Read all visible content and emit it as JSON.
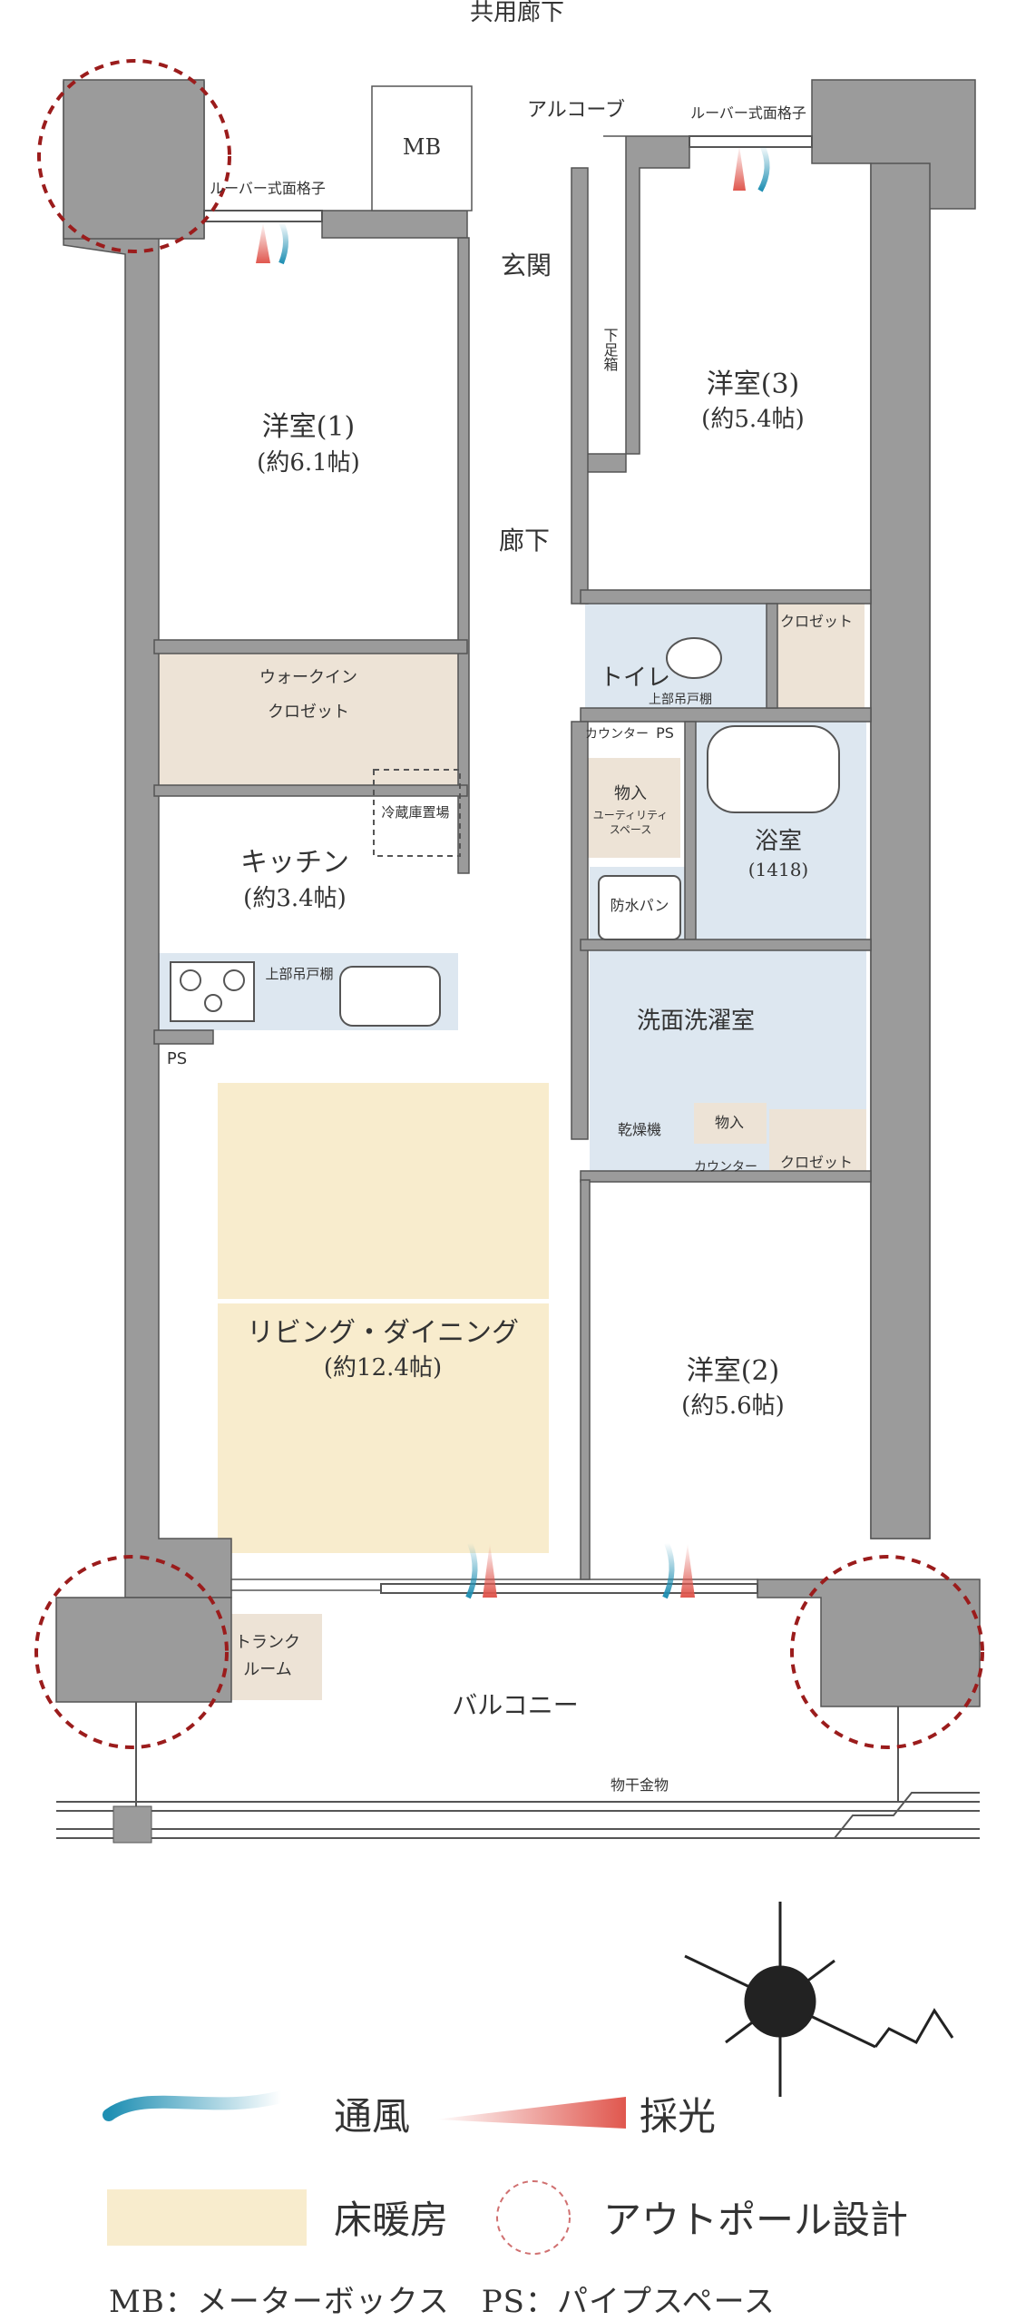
{
  "floorplan": {
    "corridor": "共用廊下",
    "alcove": "アルコーブ",
    "mb": "MB",
    "louver_left": "ルーバー式面格子",
    "louver_right": "ルーバー式面格子",
    "entrance": "玄関",
    "shoe_box": "下足箱",
    "hallway": "廊下",
    "room1": {
      "name": "洋室(1)",
      "size": "(約6.1帖)"
    },
    "room2": {
      "name": "洋室(2)",
      "size": "(約5.6帖)"
    },
    "room3": {
      "name": "洋室(3)",
      "size": "(約5.4帖)"
    },
    "walk_in_closet_1": "ウォークイン",
    "walk_in_closet_2": "クロゼット",
    "fridge": "冷蔵庫置場",
    "kitchen": {
      "name": "キッチン",
      "size": "(約3.4帖)"
    },
    "upper_cabinet_kitchen": "上部吊戸棚",
    "ps_kitchen": "PS",
    "living": {
      "name": "リビング・ダイニング",
      "size": "(約12.4帖)"
    },
    "toilet": "トイレ",
    "upper_cabinet_toilet": "上部吊戸棚",
    "counter_top": "カウンター",
    "ps_toilet": "PS",
    "closet_room3": "クロゼット",
    "storage_utility": "物入",
    "utility_space_1": "ユーティリティ",
    "utility_space_2": "スペース",
    "waterproof_pan": "防水パン",
    "bath": {
      "name": "浴室",
      "size": "(1418)"
    },
    "washroom": "洗面洗濯室",
    "dryer": "乾燥機",
    "storage_small": "物入",
    "counter_bottom": "カウンター",
    "closet_room2": "クロゼット",
    "trunk_room_1": "トランク",
    "trunk_room_2": "ルーム",
    "balcony": "バルコニー",
    "drying_hardware": "物干金物"
  },
  "legend": {
    "ventilation": "通風",
    "daylight": "採光",
    "floor_heating": "床暖房",
    "outpole": "アウトポール設計",
    "abbreviations": "MB：メーターボックス　PS：パイプスペース"
  },
  "colors": {
    "wall": "#9b9b9b",
    "floor_heating": "#f8eccd",
    "wet_area": "#dde7f0",
    "storage": "#ede3d6",
    "outpole_ring": "#9b1c1c",
    "daylight": "#e0695f",
    "ventilation": "#2b9bbd"
  }
}
